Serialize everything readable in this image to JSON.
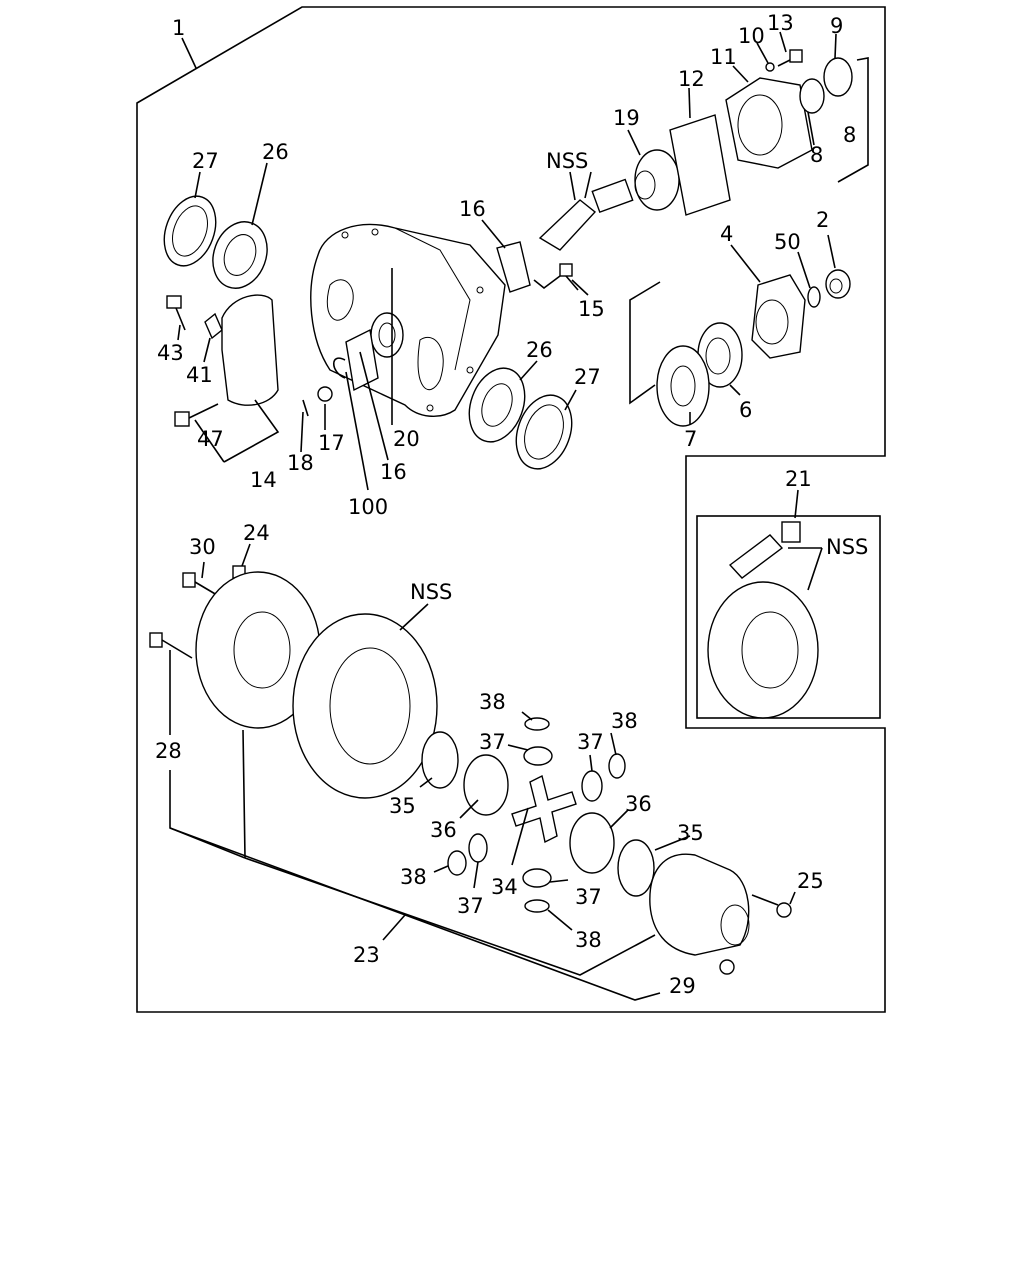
{
  "diagram": {
    "callouts": {
      "c1": "1",
      "c2": "2",
      "c4": "4",
      "c6": "6",
      "c7": "7",
      "c8a": "8",
      "c8b": "8",
      "c9": "9",
      "c10": "10",
      "c11": "11",
      "c12": "12",
      "c13": "13",
      "c14": "14",
      "c15": "15",
      "c16a": "16",
      "c16b": "16",
      "c17": "17",
      "c18": "18",
      "c19": "19",
      "c20": "20",
      "c21": "21",
      "c23": "23",
      "c24": "24",
      "c25": "25",
      "c26a": "26",
      "c26b": "26",
      "c27a": "27",
      "c27b": "27",
      "c28": "28",
      "c29": "29",
      "c30": "30",
      "c34": "34",
      "c35a": "35",
      "c35b": "35",
      "c36a": "36",
      "c36b": "36",
      "c37a": "37",
      "c37b": "37",
      "c37c": "37",
      "c37d": "37",
      "c38a": "38",
      "c38b": "38",
      "c38c": "38",
      "c38d": "38",
      "c41": "41",
      "c43": "43",
      "c47": "47",
      "c50": "50",
      "c100": "100",
      "nss_pinion": "NSS",
      "nss_ring": "NSS",
      "nss_inset": "NSS"
    }
  }
}
